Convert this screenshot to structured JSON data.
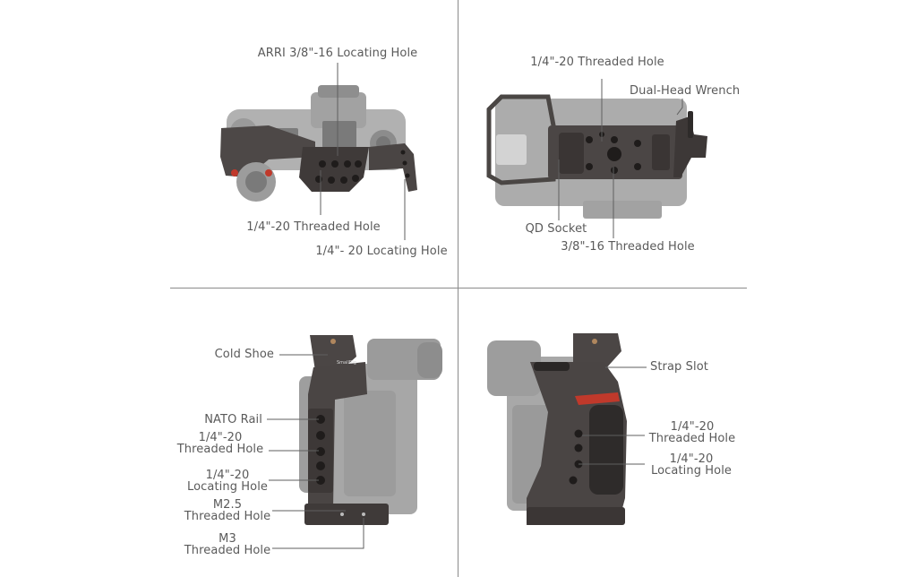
{
  "top_left": {
    "labels": {
      "arri": "ARRI 3/8\"-16 Locating Hole",
      "threaded": "1/4\"-20 Threaded Hole",
      "locating": "1/4\"- 20 Locating Hole"
    }
  },
  "top_right": {
    "labels": {
      "threaded": "1/4\"-20 Threaded Hole",
      "wrench": "Dual-Head Wrench",
      "qd": "QD Socket",
      "threaded_38": "3/8\"-16 Threaded Hole"
    }
  },
  "bottom_left": {
    "labels": {
      "cold_shoe": "Cold Shoe",
      "nato": "NATO Rail",
      "threaded_1": "1/4\"-20",
      "threaded_2": "Threaded Hole",
      "locating_1": "1/4\"-20",
      "locating_2": "Locating Hole",
      "m25_1": "M2.5",
      "m25_2": "Threaded Hole",
      "m3_1": "M3",
      "m3_2": "Threaded Hole"
    },
    "engraving": "SmallRig"
  },
  "bottom_right": {
    "labels": {
      "strap": "Strap Slot",
      "threaded_1": "1/4\"-20",
      "threaded_2": "Threaded Hole",
      "locating_1": "1/4\"-20",
      "locating_2": "Locating Hole"
    }
  },
  "colors": {
    "cage_metal": "#4a4644",
    "cage_dark": "#2e2b2a",
    "camera_grey": "#a9a9a9",
    "accent_red": "#c0392b",
    "bronze": "#b0875e",
    "label_text": "#5a5a5a",
    "divider": "#8a8a8a"
  }
}
